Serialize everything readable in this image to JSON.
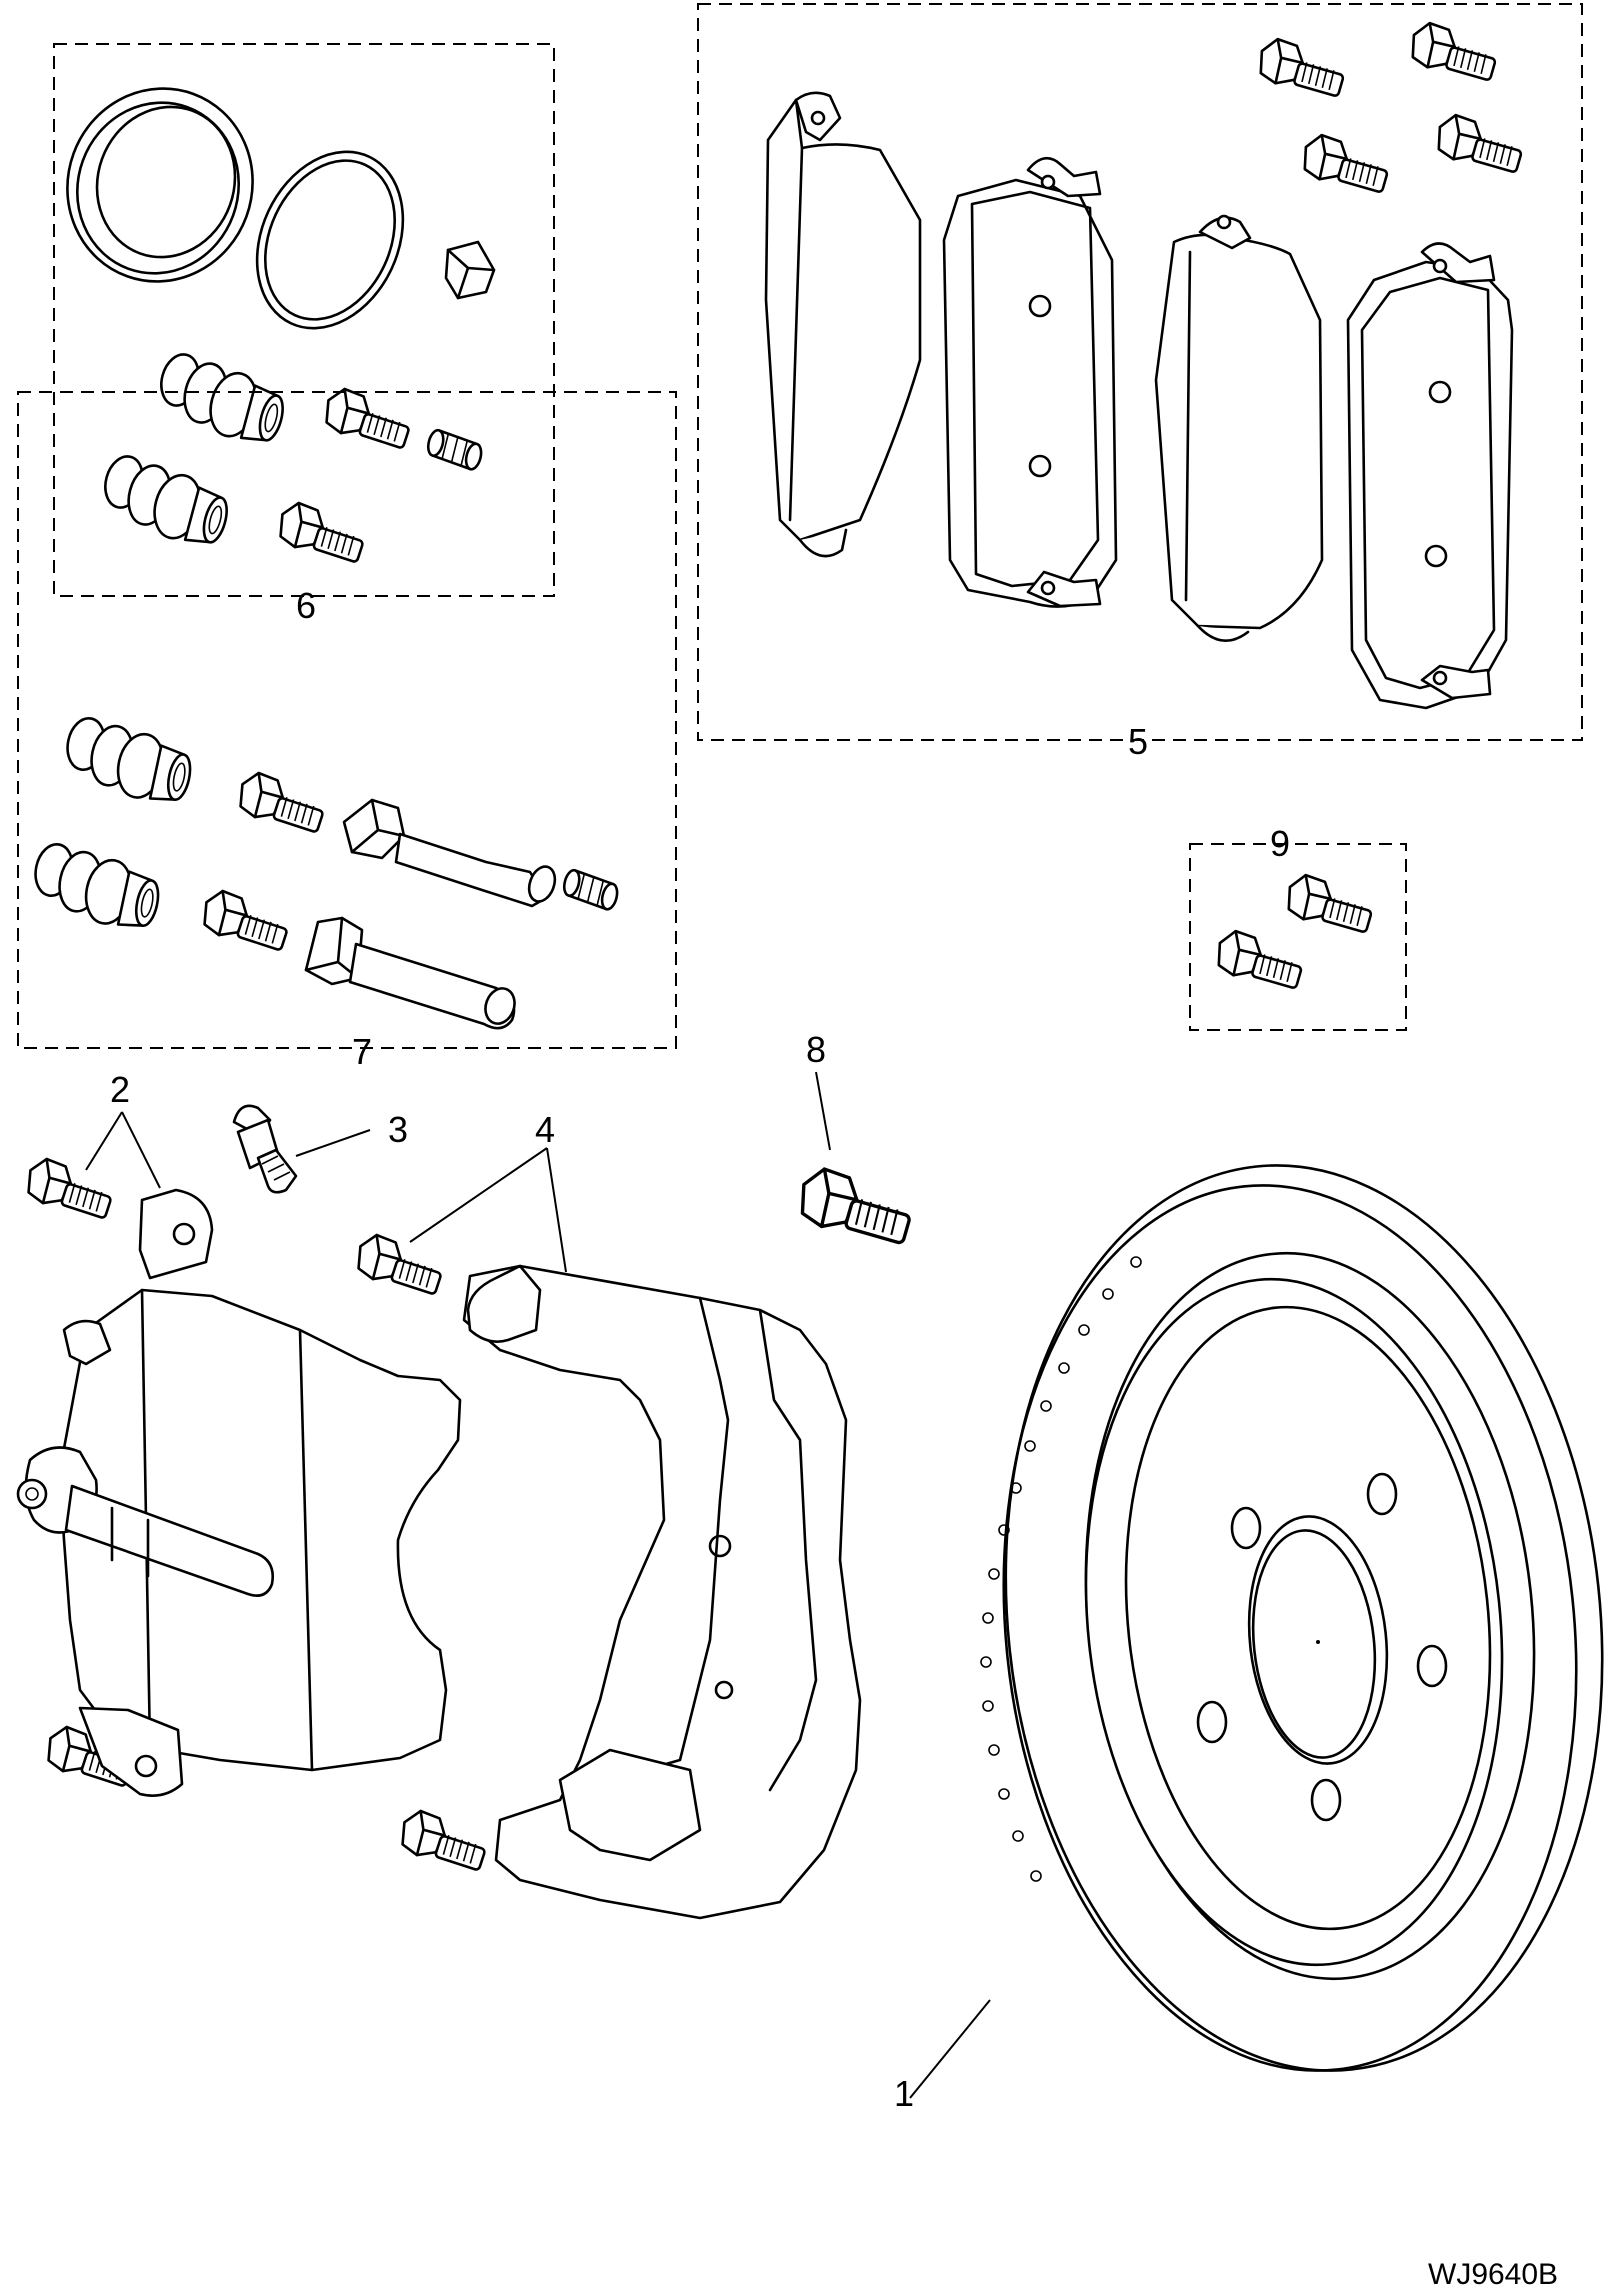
{
  "callouts": [
    "1",
    "2",
    "3",
    "4",
    "5",
    "6",
    "7",
    "8",
    "9"
  ],
  "reference": "WJ9640B"
}
